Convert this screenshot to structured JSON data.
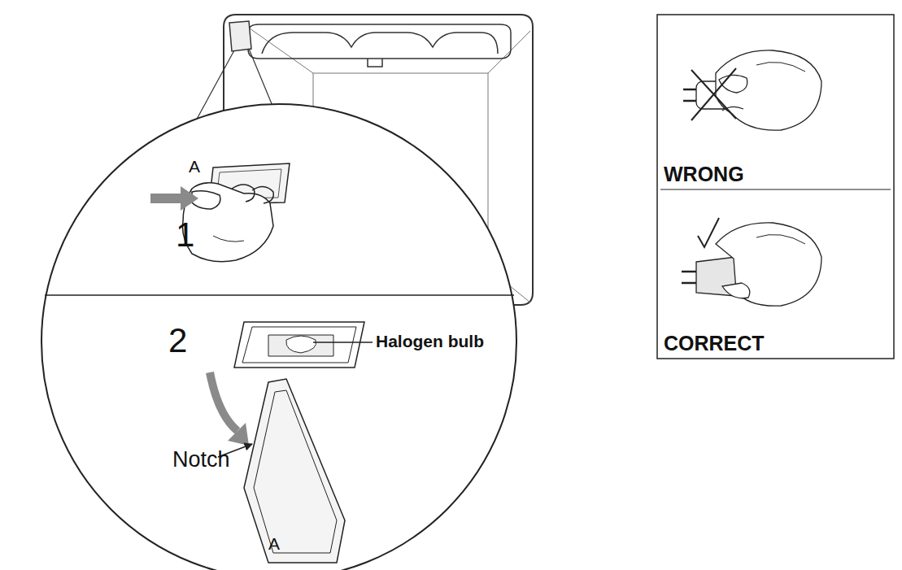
{
  "diagram": {
    "nodes": [
      {
        "text": [
          "WRONG"
        ]
      },
      {
        "text": [
          "CORRECT"
        ]
      }
    ],
    "labels": [
      "A",
      "1",
      "2",
      "Halogen bulb",
      "Notch",
      "A"
    ]
  }
}
